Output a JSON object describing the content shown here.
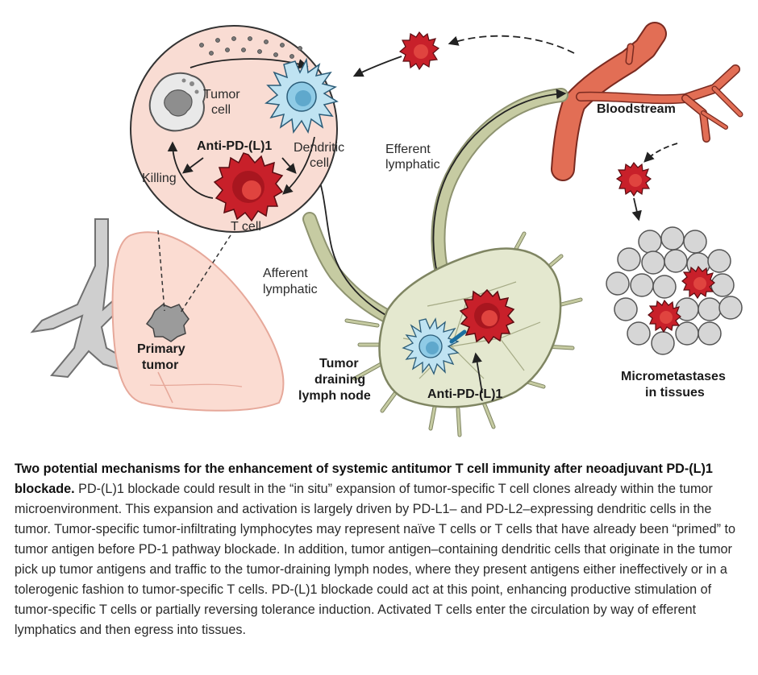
{
  "labels": {
    "tumor_cell_1": "Tumor",
    "tumor_cell_2": "cell",
    "dendritic_cell_1": "Dendritic",
    "dendritic_cell_2": "cell",
    "anti_pd_top": "Anti-PD-(L)1",
    "killing": "Killing",
    "t_cell": "T cell",
    "efferent_1": "Efferent",
    "efferent_2": "lymphatic",
    "afferent_1": "Afferent",
    "afferent_2": "lymphatic",
    "bloodstream": "Bloodstream",
    "primary_tumor_1": "Primary",
    "primary_tumor_2": "tumor",
    "lymph_node_1": "Tumor",
    "lymph_node_2": "draining",
    "lymph_node_3": "lymph node",
    "anti_pd_node": "Anti-PD-(L)1",
    "micromets_1": "Micrometastases",
    "micromets_2": "in tissues"
  },
  "caption": {
    "title": "Two potential mechanisms for the enhancement of systemic antitumor T cell immunity after neoadjuvant PD-(L)1 blockade.",
    "body": " PD-(L)1 blockade could result in the “in situ” expansion of tumor-specific T cell clones already within the tumor microenvironment. This expansion and activation is largely driven by PD-L1– and PD-L2–expressing dendritic cells in the tumor. Tumor-specific tumor-infiltrating lymphocytes may represent naïve T cells or T cells that have already been “primed” to tumor antigen before PD-1 pathway blockade. In addition, tumor antigen–containing dendritic cells that originate in the tumor pick up tumor antigens and traffic to the tumor-draining lymph nodes, where they present antigens either ineffectively or in a tolerogenic fashion to tumor-specific T cells. PD-(L)1 blockade could act at this point, enhancing productive stimulation of tumor-specific T cells or partially reversing tolerance induction. Activated T cells enter the circulation by way of efferent lymphatics and then egress into tissues."
  },
  "colors": {
    "circle_fill": "#f9dcd3",
    "lung_fill": "#fbdcd2",
    "lung_stroke": "#e6a89a",
    "blood_vessel": "#e26e55",
    "lymph_node": "#e4e8cf",
    "lymph_vessel": "#c6cba2",
    "t_cell": "#c8202a",
    "dendritic": "#8fcbe6",
    "tumor_grey": "#b5b5b5"
  }
}
